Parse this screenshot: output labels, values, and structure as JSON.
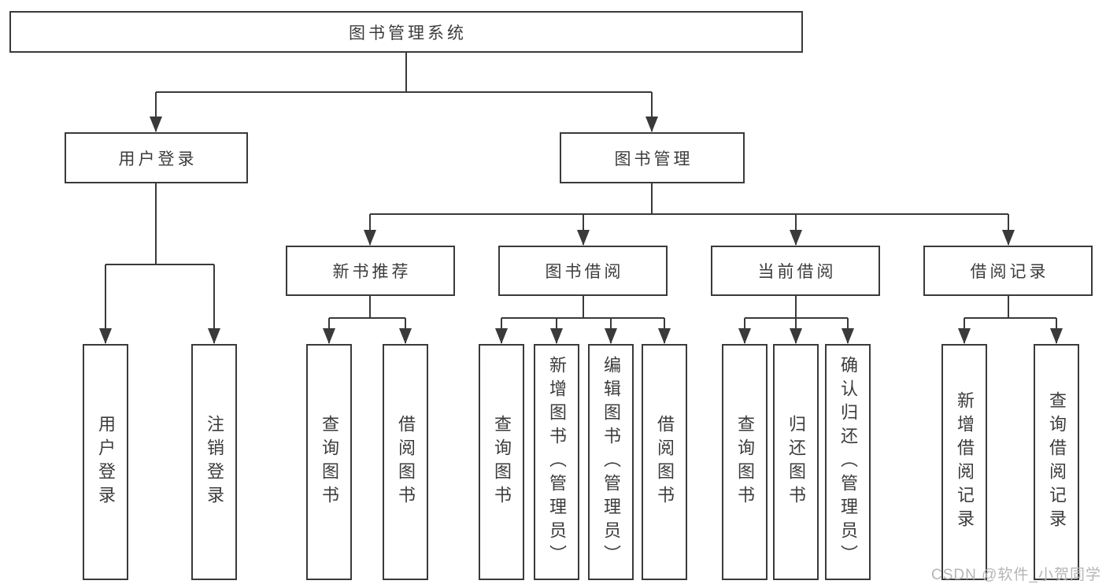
{
  "diagram": {
    "root": {
      "label": "图书管理系统"
    },
    "level2": [
      {
        "label": "用户登录"
      },
      {
        "label": "图书管理"
      }
    ],
    "level3": [
      {
        "label": "新书推荐"
      },
      {
        "label": "图书借阅"
      },
      {
        "label": "当前借阅"
      },
      {
        "label": "借阅记录"
      }
    ],
    "leaves": [
      {
        "label": "用户登录"
      },
      {
        "label": "注销登录"
      },
      {
        "label": "查询图书"
      },
      {
        "label": "借阅图书"
      },
      {
        "label": "查询图书"
      },
      {
        "label": "新增图书（管理员）"
      },
      {
        "label": "编辑图书（管理员）"
      },
      {
        "label": "借阅图书"
      },
      {
        "label": "查询图书"
      },
      {
        "label": "归还图书"
      },
      {
        "label": "确认归还（管理员）"
      },
      {
        "label": "新增借阅记录"
      },
      {
        "label": "查询借阅记录"
      }
    ]
  },
  "watermark": {
    "text": "CSDN @软件_小贺同学"
  },
  "colors": {
    "line": "#3a3a3a",
    "text": "#3c3c3c",
    "watermark": "#b5b5b5",
    "bg": "#ffffff"
  }
}
